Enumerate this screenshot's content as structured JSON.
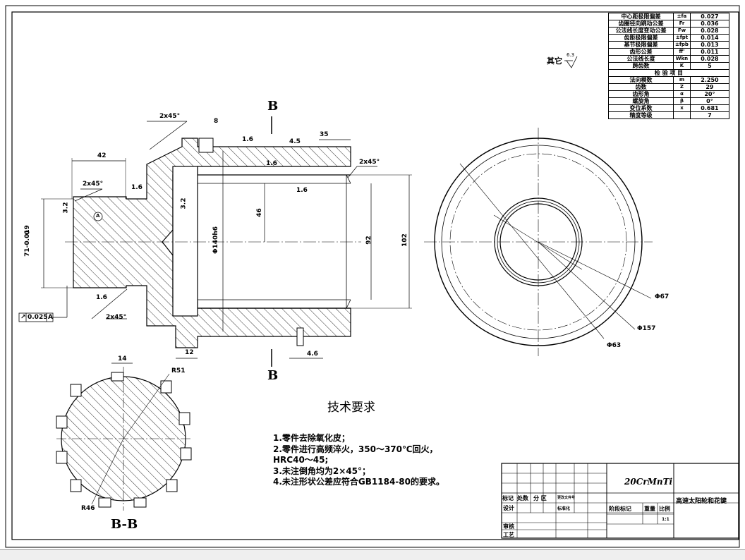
{
  "table": {
    "rows": [
      {
        "name": "中心距极限偏差",
        "sym": "±fa",
        "val": "0.027"
      },
      {
        "name": "齿圈径向跳动公差",
        "sym": "Fr",
        "val": "0.036"
      },
      {
        "name": "公法线长度变动公差",
        "sym": "Fw",
        "val": "0.028"
      },
      {
        "name": "齿距极限偏差",
        "sym": "±fpt",
        "val": "0.014"
      },
      {
        "name": "基节极限偏差",
        "sym": "±fpb",
        "val": "0.013"
      },
      {
        "name": "齿形公差",
        "sym": "ff'",
        "val": "0.011"
      },
      {
        "name": "公法线长度",
        "sym": "Wkn",
        "val": "0.028"
      },
      {
        "name": "跨齿数",
        "sym": "K",
        "val": "5"
      }
    ],
    "section_header": "检    验    项    目",
    "rows2": [
      {
        "name": "法向模数",
        "sym": "m",
        "val": "2.250"
      },
      {
        "name": "齿数",
        "sym": "Z",
        "val": "29"
      },
      {
        "name": "齿形角",
        "sym": "α",
        "val": "20°"
      },
      {
        "name": "螺旋角",
        "sym": "β",
        "val": "0°"
      },
      {
        "name": "变位系数",
        "sym": "x",
        "val": "0.681"
      },
      {
        "name": "精度等级",
        "sym": "",
        "val": "7"
      }
    ]
  },
  "roughness_other": "其它",
  "roughness_other_val": "6.3",
  "section_mark": "B",
  "section_label": "B-B",
  "dims": {
    "d42": "42",
    "d8": "8",
    "d35": "35",
    "d4_5": "4.5",
    "d12": "12",
    "d4_6": "4.6",
    "c2x45_a": "2x45°",
    "c2x45_b": "2x45°",
    "c2x45_c": "2x45°",
    "c2x45_d": "2x45°",
    "r1_6_a": "1.6",
    "r1_6_b": "1.6",
    "r1_6_c": "1.6",
    "r1_6_d": "1.6",
    "r1_6_e": "1.6",
    "r3_2_a": "3.2",
    "r3_2_b": "3.2",
    "d46": "46",
    "d92": "92",
    "d102": "102",
    "phi140": "Φ140h6",
    "tol_top": "0",
    "tol_bot": "71-0.019",
    "datum": "A",
    "runout_sym": "↗",
    "runout_val": "0.025",
    "runout_ref": "A",
    "phi67": "Φ67",
    "phi157": "Φ157",
    "phi63": "Φ63",
    "d14": "14",
    "r51": "R51",
    "r46": "R46"
  },
  "requirements": {
    "title": "技术要求",
    "items": [
      "1.零件去除氧化皮；",
      "2.零件进行高频淬火，350～370℃回火，",
      "HRC40～45;",
      "3.未注倒角均为2×45°；",
      "4.未注形状公差应符合GB1184-80的要求。"
    ]
  },
  "title_block": {
    "material": "20CrMnTi",
    "part_name": "高速太阳轮和花键",
    "stage_mark": "阶段标记",
    "weight": "重量",
    "scale_label": "比例",
    "scale": "1:1",
    "mark": "标记",
    "count": "处数",
    "zone": "分 区",
    "change_no": "更改文件号",
    "design": "设计",
    "standard": "标准化",
    "review": "审核",
    "process": "工艺"
  }
}
